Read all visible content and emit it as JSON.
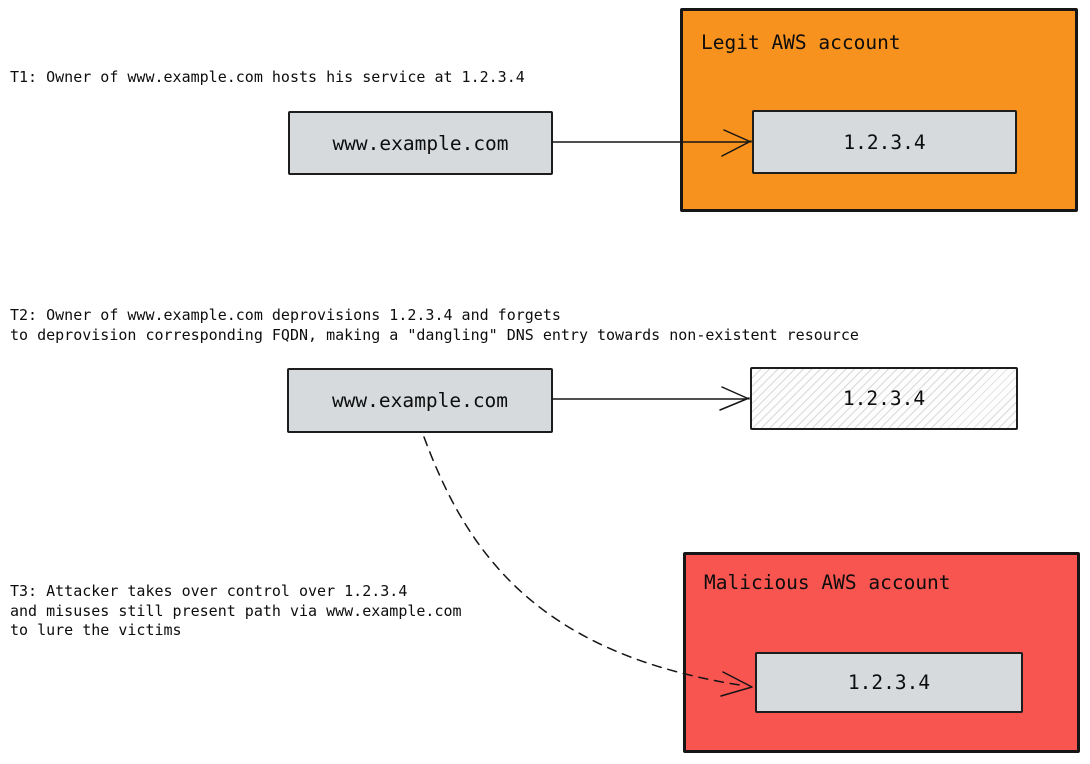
{
  "diagram": {
    "background_color": "#ffffff",
    "colors": {
      "legit_container_fill": "#f7921e",
      "malicious_container_fill": "#f85450",
      "node_fill": "#d6dadd",
      "stroke": "#1a1a1a"
    },
    "t1": {
      "caption_lines": [
        "T1: Owner of www.example.com hosts his service at 1.2.3.4"
      ],
      "source_label": "www.example.com",
      "container_title": "Legit AWS account",
      "target_label": "1.2.3.4"
    },
    "t2": {
      "caption_lines": [
        "T2: Owner of www.example.com deprovisions 1.2.3.4 and forgets",
        "to deprovision corresponding FQDN, making a \"dangling\" DNS entry towards non-existent resource"
      ],
      "source_label": "www.example.com",
      "target_label": "1.2.3.4"
    },
    "t3": {
      "caption_lines": [
        "T3: Attacker takes over control over 1.2.3.4",
        "and misuses still present path via www.example.com",
        "to lure the victims"
      ],
      "container_title": "Malicious AWS account",
      "target_label": "1.2.3.4"
    }
  }
}
